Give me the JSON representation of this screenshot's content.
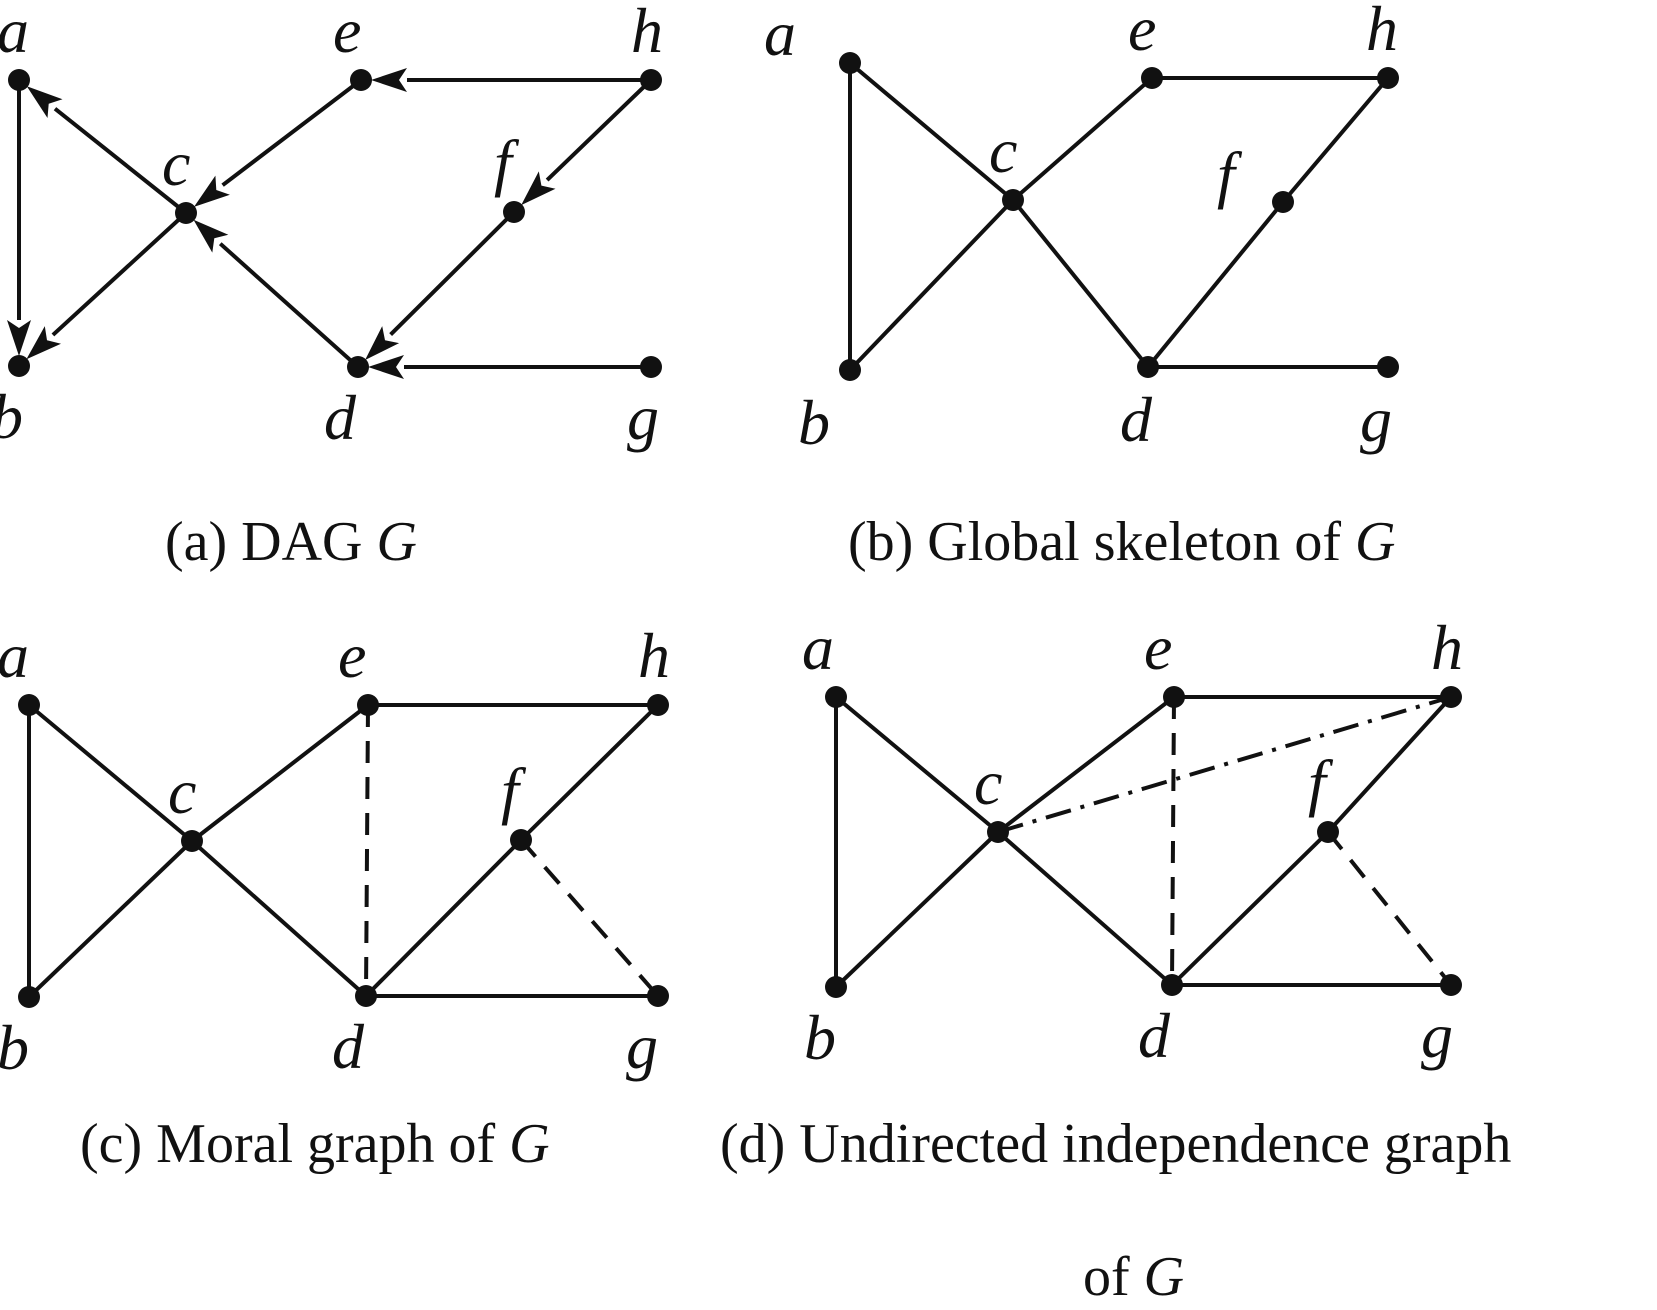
{
  "panels": [
    {
      "id": "a",
      "caption_prefix": "(a) DAG ",
      "caption_var": "G",
      "caption_line2": "",
      "nodes": [
        "a",
        "b",
        "c",
        "d",
        "e",
        "f",
        "g",
        "h"
      ],
      "edges": [
        {
          "from": "h",
          "to": "e",
          "style": "directed"
        },
        {
          "from": "h",
          "to": "f",
          "style": "directed"
        },
        {
          "from": "e",
          "to": "c",
          "style": "directed"
        },
        {
          "from": "c",
          "to": "a",
          "style": "directed"
        },
        {
          "from": "a",
          "to": "b",
          "style": "directed"
        },
        {
          "from": "c",
          "to": "b",
          "style": "directed"
        },
        {
          "from": "d",
          "to": "c",
          "style": "directed"
        },
        {
          "from": "f",
          "to": "d",
          "style": "directed"
        },
        {
          "from": "g",
          "to": "d",
          "style": "directed"
        }
      ]
    },
    {
      "id": "b",
      "caption_prefix": "(b) Global skeleton of ",
      "caption_var": "G",
      "caption_line2": "",
      "nodes": [
        "a",
        "b",
        "c",
        "d",
        "e",
        "f",
        "g",
        "h"
      ],
      "edges": [
        {
          "from": "a",
          "to": "b",
          "style": "solid"
        },
        {
          "from": "a",
          "to": "c",
          "style": "solid"
        },
        {
          "from": "b",
          "to": "c",
          "style": "solid"
        },
        {
          "from": "c",
          "to": "e",
          "style": "solid"
        },
        {
          "from": "c",
          "to": "d",
          "style": "solid"
        },
        {
          "from": "e",
          "to": "h",
          "style": "solid"
        },
        {
          "from": "h",
          "to": "f",
          "style": "solid"
        },
        {
          "from": "f",
          "to": "d",
          "style": "solid"
        },
        {
          "from": "d",
          "to": "g",
          "style": "solid"
        }
      ]
    },
    {
      "id": "c",
      "caption_prefix": "(c) Moral graph of ",
      "caption_var": "G",
      "caption_line2": "",
      "nodes": [
        "a",
        "b",
        "c",
        "d",
        "e",
        "f",
        "g",
        "h"
      ],
      "edges": [
        {
          "from": "a",
          "to": "b",
          "style": "solid"
        },
        {
          "from": "a",
          "to": "c",
          "style": "solid"
        },
        {
          "from": "b",
          "to": "c",
          "style": "solid"
        },
        {
          "from": "c",
          "to": "e",
          "style": "solid"
        },
        {
          "from": "c",
          "to": "d",
          "style": "solid"
        },
        {
          "from": "e",
          "to": "h",
          "style": "solid"
        },
        {
          "from": "h",
          "to": "f",
          "style": "solid"
        },
        {
          "from": "f",
          "to": "d",
          "style": "solid"
        },
        {
          "from": "d",
          "to": "g",
          "style": "solid"
        },
        {
          "from": "e",
          "to": "d",
          "style": "dashed"
        },
        {
          "from": "f",
          "to": "g",
          "style": "dashed"
        }
      ]
    },
    {
      "id": "d",
      "caption_prefix": "(d) Undirected independence graph",
      "caption_var": "",
      "caption_line2_prefix": "of ",
      "caption_line2_var": "G",
      "nodes": [
        "a",
        "b",
        "c",
        "d",
        "e",
        "f",
        "g",
        "h"
      ],
      "edges": [
        {
          "from": "a",
          "to": "b",
          "style": "solid"
        },
        {
          "from": "a",
          "to": "c",
          "style": "solid"
        },
        {
          "from": "b",
          "to": "c",
          "style": "solid"
        },
        {
          "from": "c",
          "to": "e",
          "style": "solid"
        },
        {
          "from": "c",
          "to": "d",
          "style": "solid"
        },
        {
          "from": "e",
          "to": "h",
          "style": "solid"
        },
        {
          "from": "h",
          "to": "f",
          "style": "solid"
        },
        {
          "from": "f",
          "to": "d",
          "style": "solid"
        },
        {
          "from": "d",
          "to": "g",
          "style": "solid"
        },
        {
          "from": "e",
          "to": "d",
          "style": "dashed"
        },
        {
          "from": "f",
          "to": "g",
          "style": "dashed"
        },
        {
          "from": "c",
          "to": "h",
          "style": "dashdot"
        }
      ]
    }
  ]
}
